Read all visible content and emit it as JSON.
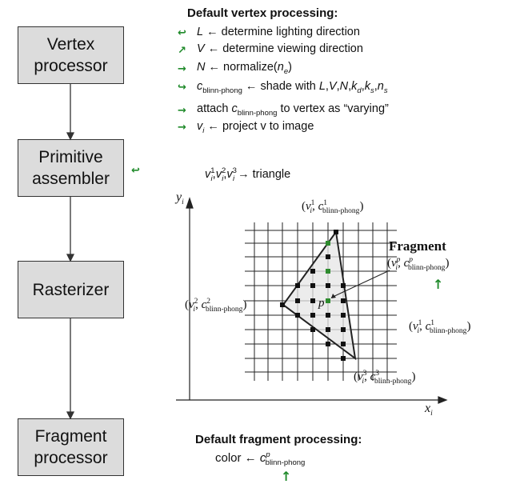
{
  "pipeline": {
    "stages": [
      "Vertex processor",
      "Primitive assembler",
      "Rasterizer",
      "Fragment processor"
    ]
  },
  "vertex_processing": {
    "heading": "Default vertex processing:",
    "steps": [
      {
        "lhs": "L",
        "rhs": "determine lighting direction"
      },
      {
        "lhs": "V",
        "rhs": "determine viewing direction"
      },
      {
        "lhs": "N",
        "rhs": "normalize(n_e)"
      },
      {
        "lhs": "c_blinn-phong",
        "rhs": "shade with L,V,N,k_d,k_s,n_s"
      },
      {
        "lhs": "",
        "rhs": "attach c_blinn-phong to vertex as \"varying\""
      },
      {
        "lhs": "v_i",
        "rhs": "project v to image"
      }
    ]
  },
  "assembly": {
    "text": "v_i^1, v_i^2, v_i^3 → triangle",
    "suffix": "triangle"
  },
  "raster_plot": {
    "y_axis_label": "y_i",
    "x_axis_label": "x_i",
    "fragment_label": "Fragment",
    "point_label": "p",
    "vertex_labels": [
      "(v_i^1, c^1_blinn-phong)",
      "(v_i^2, c^2_blinn-phong)",
      "(v_i^3, c^3_blinn-phong)",
      "(v_i^p, c^p_blinn-phong)",
      "(v_i^1, c^1_blinn-phong)"
    ]
  },
  "fragment_processing": {
    "heading": "Default fragment processing:",
    "formula": "color ← c^p_blinn-phong",
    "color_word": "color"
  },
  "colors": {
    "box_fill": "#dcdcdc",
    "annotation_green": "#1f8a2a",
    "triangle_fill": "#e8e8e8"
  },
  "icons": [
    "green-arrow-icon"
  ]
}
